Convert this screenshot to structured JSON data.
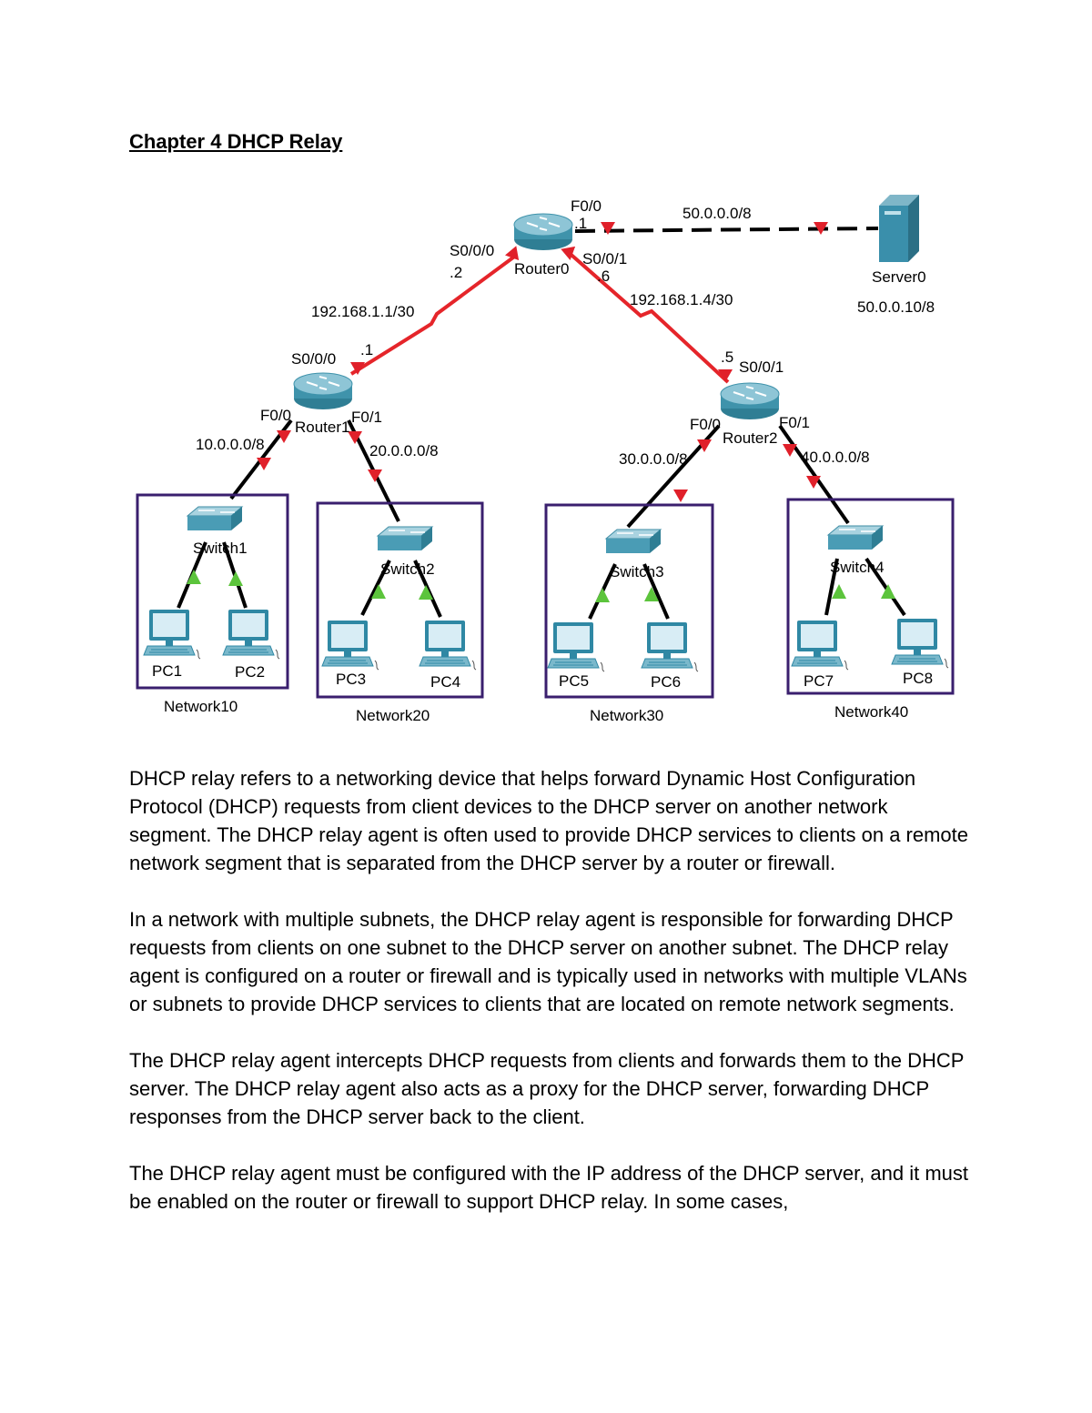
{
  "title": "Chapter 4 DHCP Relay",
  "diagram": {
    "router0": {
      "name": "Router0",
      "f00": "F0/0",
      "f00_ip": ".1",
      "s000": "S0/0/0",
      "s000_ip": ".2",
      "s001": "S0/0/1",
      "s001_ip": ".6"
    },
    "router1": {
      "name": "Router1",
      "s000": "S0/0/0",
      "s000_ip": ".1",
      "f00": "F0/0",
      "f01": "F0/1"
    },
    "router2": {
      "name": "Router2",
      "s001_ip": ".5",
      "s001": "S0/0/1",
      "f00": "F0/0",
      "f01": "F0/1"
    },
    "server": {
      "name": "Server0",
      "ip": "50.0.0.10/8"
    },
    "links": {
      "r0_server": "50.0.0.0/8",
      "r0_r1": "192.168.1.1/30",
      "r0_r2": "192.168.1.4/30"
    },
    "subnets": {
      "net10": "10.0.0.0/8",
      "net20": "20.0.0.0/8",
      "net30": "30.0.0.0/8",
      "net40": "40.0.0.0/8"
    },
    "switches": [
      "Switch1",
      "Switch2",
      "Switch3",
      "Switch4"
    ],
    "pcs": [
      "PC1",
      "PC2",
      "PC3",
      "PC4",
      "PC5",
      "PC6",
      "PC7",
      "PC8"
    ],
    "networks": [
      "Network10",
      "Network20",
      "Network30",
      "Network40"
    ]
  },
  "paragraphs": [
    "DHCP relay refers to a networking device that helps forward Dynamic Host Configuration Protocol (DHCP) requests from client devices to the DHCP server on another network segment. The DHCP relay agent is often used to provide DHCP services to clients on a remote network segment that is separated from the DHCP server by a router or firewall.",
    "In a network with multiple subnets, the DHCP relay agent is responsible for forwarding DHCP requests from clients on one subnet to the DHCP server on another subnet. The DHCP relay agent is configured on a router or firewall and is typically used in networks with multiple VLANs or subnets to provide DHCP services to clients that are located on remote network segments.",
    "The DHCP relay agent intercepts DHCP requests from clients and forwards them to the DHCP server. The DHCP relay agent also acts as a proxy for the DHCP server, forwarding DHCP responses from the DHCP server back to the client.",
    "The DHCP relay agent must be configured with the IP address of the DHCP server, and it must be enabled on the router or firewall to support DHCP relay. In some cases,"
  ]
}
